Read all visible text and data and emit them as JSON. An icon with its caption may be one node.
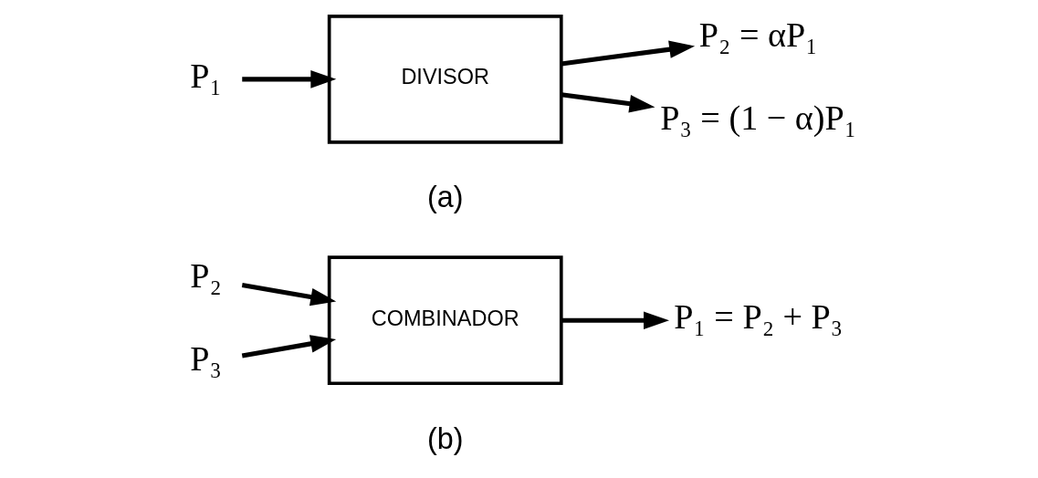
{
  "diagram": {
    "nodes": [
      {
        "text": [
          "P₁"
        ]
      },
      {
        "text": [
          "DIVISOR"
        ]
      },
      {
        "text": [
          "P₂ = αP₁"
        ]
      },
      {
        "text": [
          "P₃ = (1 − α)P₁"
        ]
      },
      {
        "text": [
          "P₂"
        ]
      },
      {
        "text": [
          "P₃"
        ]
      },
      {
        "text": [
          "COMBINADOR"
        ]
      },
      {
        "text": [
          "P₁ = P₂ + P₃"
        ]
      }
    ],
    "edges": [
      {
        "from": 0,
        "to": 1,
        "arrow": "to"
      },
      {
        "from": 1,
        "to": 2,
        "arrow": "to"
      },
      {
        "from": 1,
        "to": 3,
        "arrow": "to"
      },
      {
        "from": 4,
        "to": 6,
        "arrow": "to"
      },
      {
        "from": 5,
        "to": 6,
        "arrow": "to"
      },
      {
        "from": 6,
        "to": 7,
        "arrow": "to"
      }
    ],
    "labels": [
      "(a)",
      "(b)"
    ]
  }
}
